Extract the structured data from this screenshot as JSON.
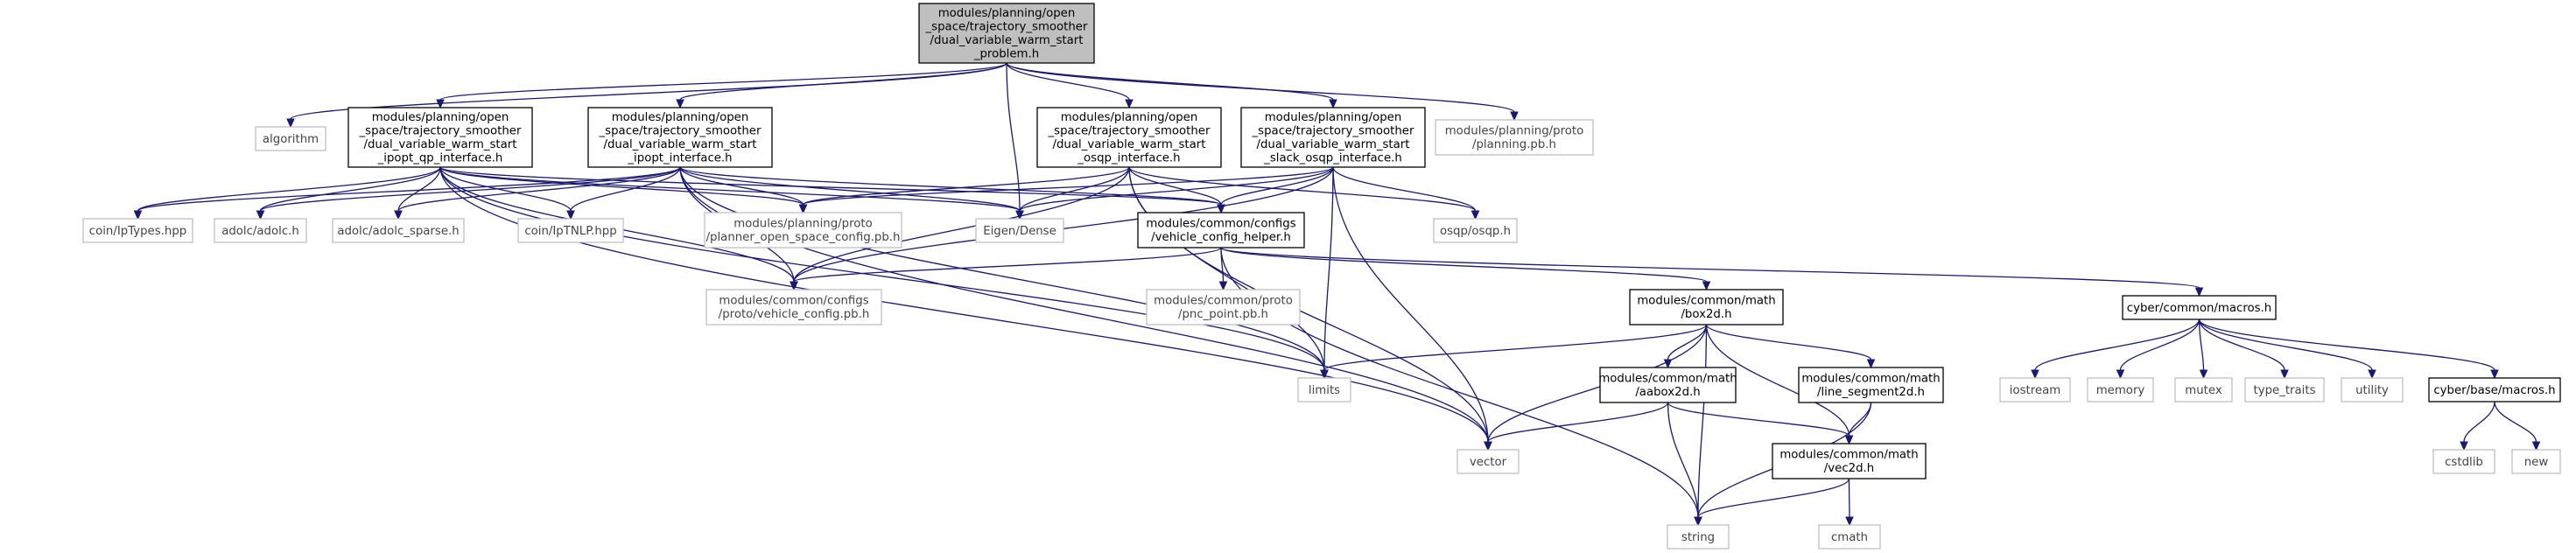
{
  "graph": {
    "nodes": [
      {
        "id": "root",
        "lines": [
          "modules/planning/open",
          "_space/trajectory_smoother",
          "/dual_variable_warm_start",
          "_problem.h"
        ],
        "kind": "root"
      },
      {
        "id": "algorithm",
        "lines": [
          "algorithm"
        ],
        "kind": "ext"
      },
      {
        "id": "ipopt_qp",
        "lines": [
          "modules/planning/open",
          "_space/trajectory_smoother",
          "/dual_variable_warm_start",
          "_ipopt_qp_interface.h"
        ],
        "kind": "int"
      },
      {
        "id": "ipopt",
        "lines": [
          "modules/planning/open",
          "_space/trajectory_smoother",
          "/dual_variable_warm_start",
          "_ipopt_interface.h"
        ],
        "kind": "int"
      },
      {
        "id": "osqp_if",
        "lines": [
          "modules/planning/open",
          "_space/trajectory_smoother",
          "/dual_variable_warm_start",
          "_osqp_interface.h"
        ],
        "kind": "int"
      },
      {
        "id": "slack_osqp",
        "lines": [
          "modules/planning/open",
          "_space/trajectory_smoother",
          "/dual_variable_warm_start",
          "_slack_osqp_interface.h"
        ],
        "kind": "int"
      },
      {
        "id": "planning_pb",
        "lines": [
          "modules/planning/proto",
          "/planning.pb.h"
        ],
        "kind": "ext"
      },
      {
        "id": "iptypes",
        "lines": [
          "coin/IpTypes.hpp"
        ],
        "kind": "ext"
      },
      {
        "id": "adolc",
        "lines": [
          "adolc/adolc.h"
        ],
        "kind": "ext"
      },
      {
        "id": "adolc_sparse",
        "lines": [
          "adolc/adolc_sparse.h"
        ],
        "kind": "ext"
      },
      {
        "id": "iptnlp",
        "lines": [
          "coin/IpTNLP.hpp"
        ],
        "kind": "ext"
      },
      {
        "id": "planner_cfg",
        "lines": [
          "modules/planning/proto",
          "/planner_open_space_config.pb.h"
        ],
        "kind": "ext"
      },
      {
        "id": "eigen",
        "lines": [
          "Eigen/Dense"
        ],
        "kind": "ext"
      },
      {
        "id": "vch",
        "lines": [
          "modules/common/configs",
          "/vehicle_config_helper.h"
        ],
        "kind": "int"
      },
      {
        "id": "osqp",
        "lines": [
          "osqp/osqp.h"
        ],
        "kind": "ext"
      },
      {
        "id": "vcpb",
        "lines": [
          "modules/common/configs",
          "/proto/vehicle_config.pb.h"
        ],
        "kind": "ext"
      },
      {
        "id": "pnc",
        "lines": [
          "modules/common/proto",
          "/pnc_point.pb.h"
        ],
        "kind": "ext"
      },
      {
        "id": "box2d",
        "lines": [
          "modules/common/math",
          "/box2d.h"
        ],
        "kind": "int"
      },
      {
        "id": "macros",
        "lines": [
          "cyber/common/macros.h"
        ],
        "kind": "int"
      },
      {
        "id": "limits",
        "lines": [
          "limits"
        ],
        "kind": "ext"
      },
      {
        "id": "aabox",
        "lines": [
          "modules/common/math",
          "/aabox2d.h"
        ],
        "kind": "int"
      },
      {
        "id": "lineseg",
        "lines": [
          "modules/common/math",
          "/line_segment2d.h"
        ],
        "kind": "int"
      },
      {
        "id": "vector",
        "lines": [
          "vector"
        ],
        "kind": "ext"
      },
      {
        "id": "vec2d",
        "lines": [
          "modules/common/math",
          "/vec2d.h"
        ],
        "kind": "int"
      },
      {
        "id": "string",
        "lines": [
          "string"
        ],
        "kind": "ext"
      },
      {
        "id": "cmath",
        "lines": [
          "cmath"
        ],
        "kind": "ext"
      },
      {
        "id": "iostream",
        "lines": [
          "iostream"
        ],
        "kind": "ext"
      },
      {
        "id": "memory",
        "lines": [
          "memory"
        ],
        "kind": "ext"
      },
      {
        "id": "mutex",
        "lines": [
          "mutex"
        ],
        "kind": "ext"
      },
      {
        "id": "type_traits",
        "lines": [
          "type_traits"
        ],
        "kind": "ext"
      },
      {
        "id": "utility",
        "lines": [
          "utility"
        ],
        "kind": "ext"
      },
      {
        "id": "cyber_macros",
        "lines": [
          "cyber/base/macros.h"
        ],
        "kind": "int"
      },
      {
        "id": "cstdlib",
        "lines": [
          "cstdlib"
        ],
        "kind": "ext"
      },
      {
        "id": "new",
        "lines": [
          "new"
        ],
        "kind": "ext"
      }
    ],
    "edges": [
      [
        "root",
        "algorithm"
      ],
      [
        "root",
        "ipopt_qp"
      ],
      [
        "root",
        "ipopt"
      ],
      [
        "root",
        "osqp_if"
      ],
      [
        "root",
        "slack_osqp"
      ],
      [
        "root",
        "planning_pb"
      ],
      [
        "root",
        "eigen"
      ],
      [
        "ipopt_qp",
        "iptypes"
      ],
      [
        "ipopt_qp",
        "adolc"
      ],
      [
        "ipopt_qp",
        "adolc_sparse"
      ],
      [
        "ipopt_qp",
        "iptnlp"
      ],
      [
        "ipopt_qp",
        "planner_cfg"
      ],
      [
        "ipopt_qp",
        "eigen"
      ],
      [
        "ipopt_qp",
        "vch"
      ],
      [
        "ipopt_qp",
        "vcpb"
      ],
      [
        "ipopt_qp",
        "limits"
      ],
      [
        "ipopt_qp",
        "vector"
      ],
      [
        "ipopt",
        "iptypes"
      ],
      [
        "ipopt",
        "adolc"
      ],
      [
        "ipopt",
        "adolc_sparse"
      ],
      [
        "ipopt",
        "iptnlp"
      ],
      [
        "ipopt",
        "planner_cfg"
      ],
      [
        "ipopt",
        "eigen"
      ],
      [
        "ipopt",
        "vch"
      ],
      [
        "ipopt",
        "vcpb"
      ],
      [
        "ipopt",
        "limits"
      ],
      [
        "ipopt",
        "vector"
      ],
      [
        "osqp_if",
        "planner_cfg"
      ],
      [
        "osqp_if",
        "eigen"
      ],
      [
        "osqp_if",
        "vch"
      ],
      [
        "osqp_if",
        "osqp"
      ],
      [
        "osqp_if",
        "vcpb"
      ],
      [
        "osqp_if",
        "limits"
      ],
      [
        "osqp_if",
        "vector"
      ],
      [
        "slack_osqp",
        "planner_cfg"
      ],
      [
        "slack_osqp",
        "eigen"
      ],
      [
        "slack_osqp",
        "vch"
      ],
      [
        "slack_osqp",
        "osqp"
      ],
      [
        "slack_osqp",
        "vcpb"
      ],
      [
        "slack_osqp",
        "limits"
      ],
      [
        "slack_osqp",
        "vector"
      ],
      [
        "vch",
        "vcpb"
      ],
      [
        "vch",
        "pnc"
      ],
      [
        "vch",
        "box2d"
      ],
      [
        "vch",
        "macros"
      ],
      [
        "vch",
        "string"
      ],
      [
        "box2d",
        "limits"
      ],
      [
        "box2d",
        "aabox"
      ],
      [
        "box2d",
        "lineseg"
      ],
      [
        "box2d",
        "vector"
      ],
      [
        "box2d",
        "vec2d"
      ],
      [
        "box2d",
        "string"
      ],
      [
        "aabox",
        "vector"
      ],
      [
        "aabox",
        "vec2d"
      ],
      [
        "aabox",
        "string"
      ],
      [
        "lineseg",
        "vec2d"
      ],
      [
        "lineseg",
        "string"
      ],
      [
        "vec2d",
        "string"
      ],
      [
        "vec2d",
        "cmath"
      ],
      [
        "macros",
        "iostream"
      ],
      [
        "macros",
        "memory"
      ],
      [
        "macros",
        "mutex"
      ],
      [
        "macros",
        "type_traits"
      ],
      [
        "macros",
        "utility"
      ],
      [
        "macros",
        "cyber_macros"
      ],
      [
        "cyber_macros",
        "cstdlib"
      ],
      [
        "cyber_macros",
        "new"
      ]
    ]
  }
}
